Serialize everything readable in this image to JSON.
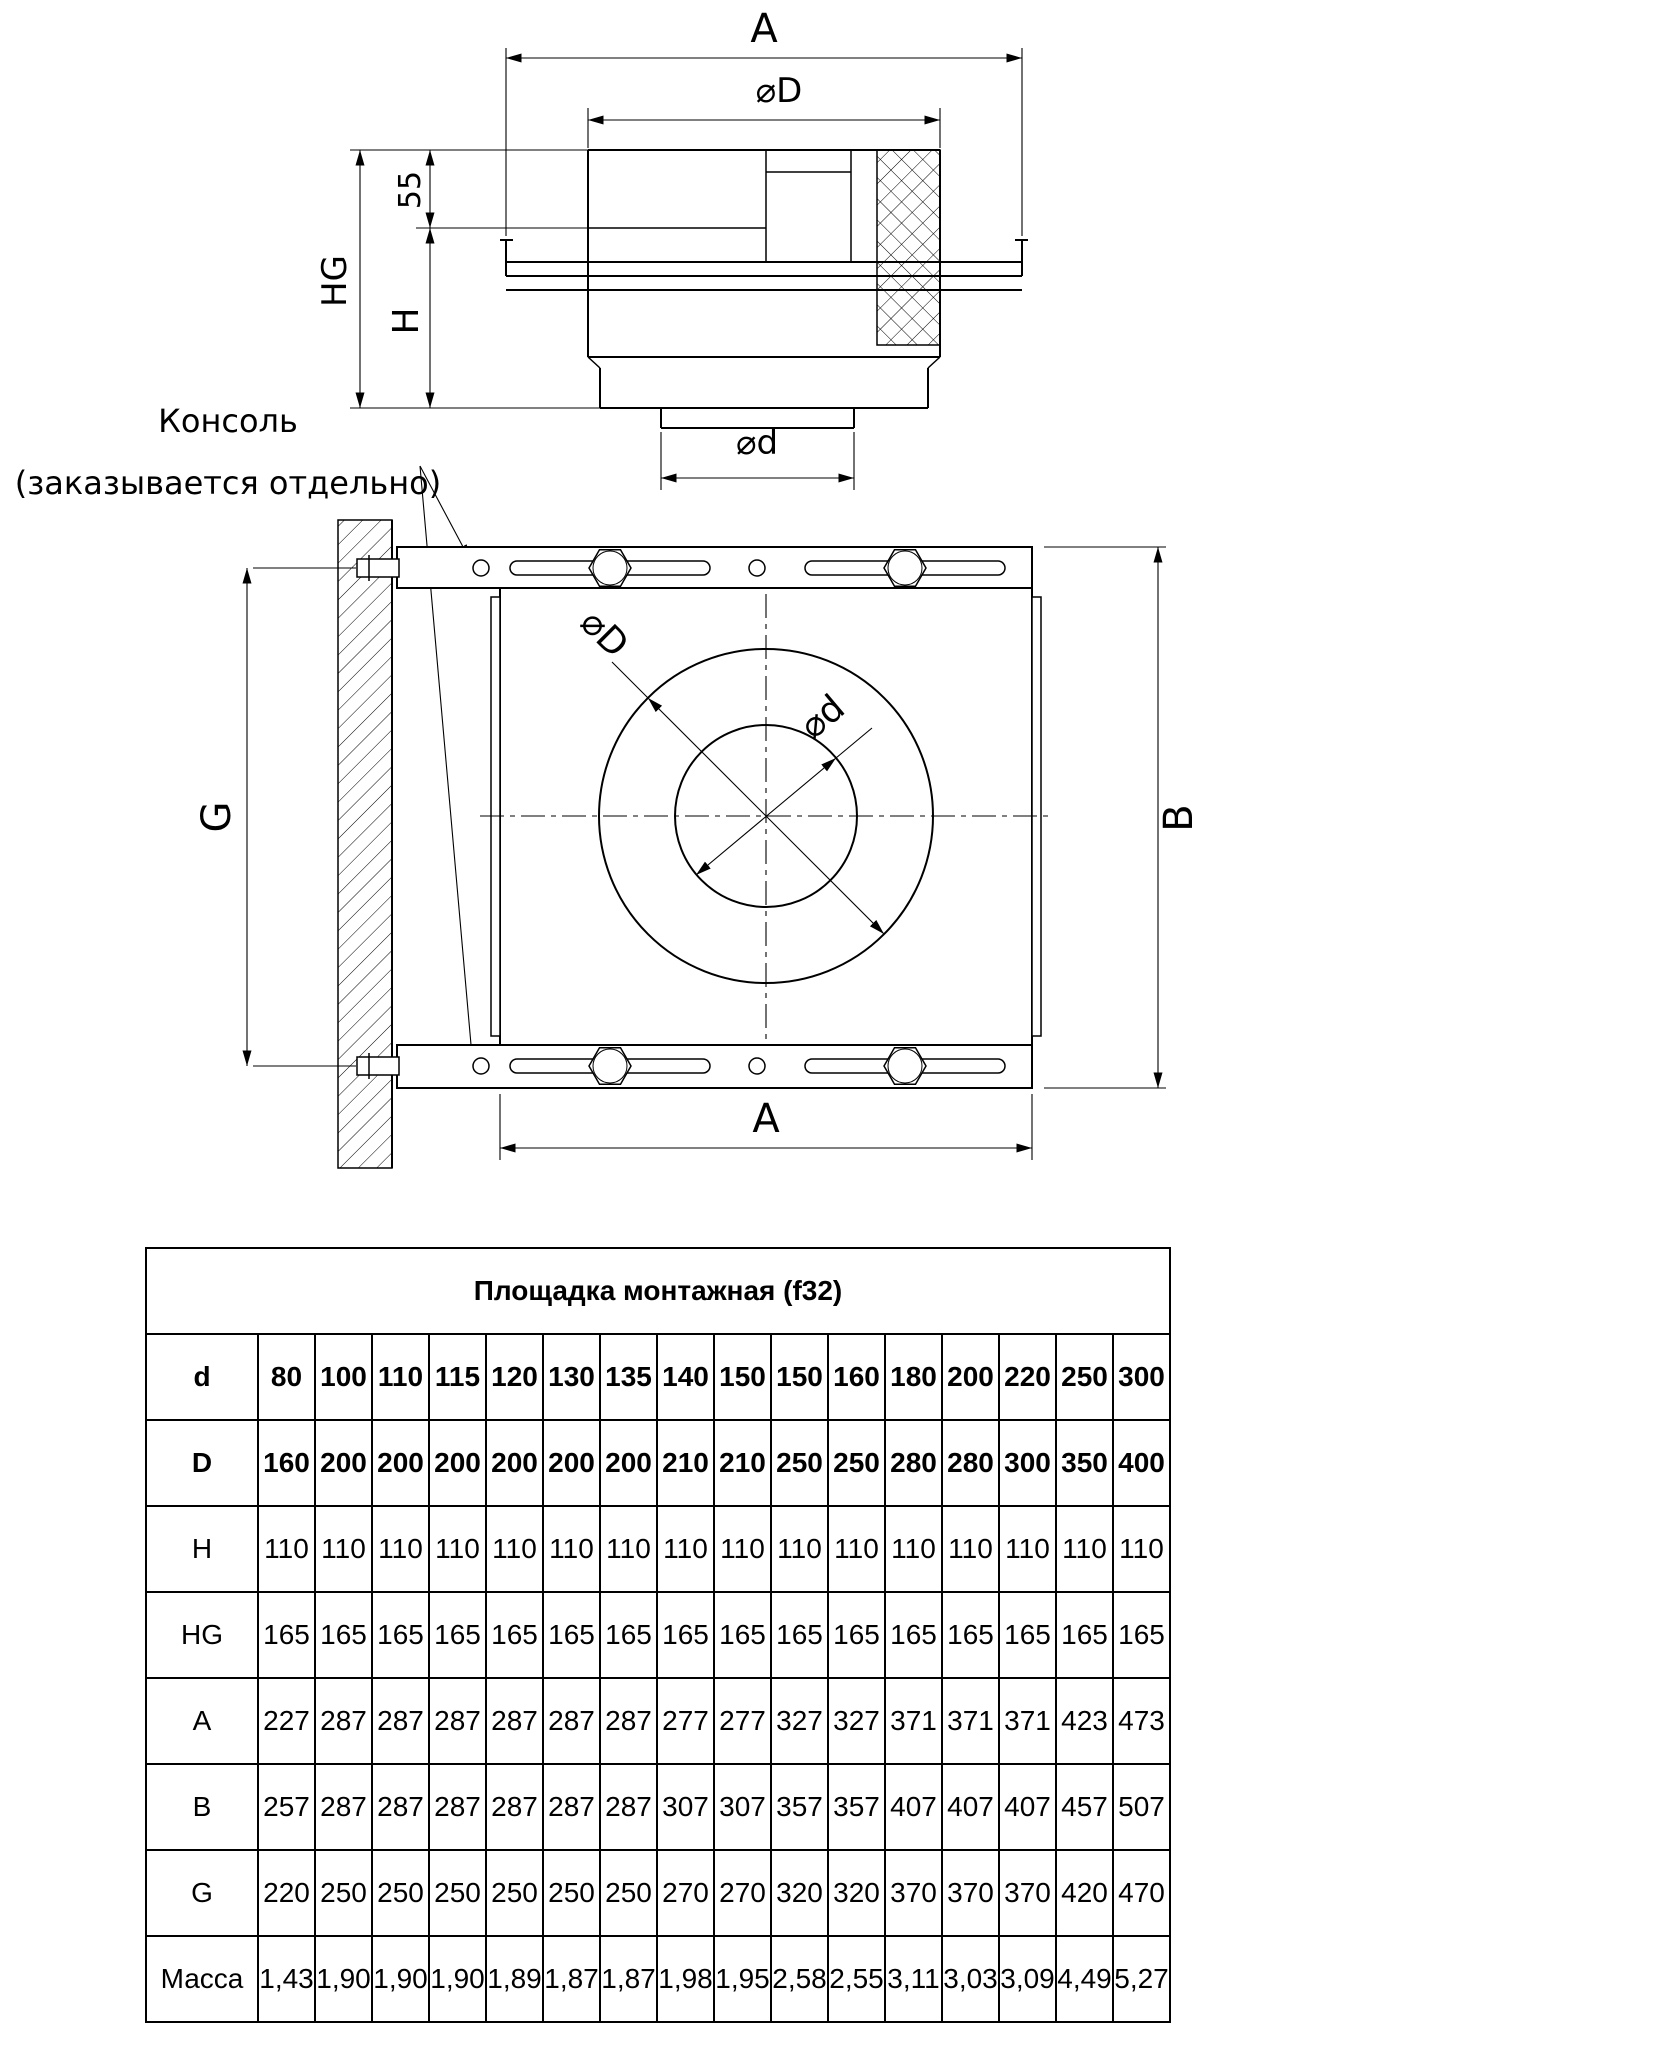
{
  "drawing": {
    "side_view": {
      "dim_a": "A",
      "dim_d_outer": "⌀D",
      "dim_55": "55",
      "dim_hg": "HG",
      "dim_h": "H",
      "dim_d_inner": "⌀d"
    },
    "callout_console": {
      "line1": "Консоль",
      "line2": "(заказывается отдельно)"
    },
    "front_view": {
      "dim_d_outer": "⌀D",
      "dim_d_inner": "⌀d",
      "dim_g": "G",
      "dim_b": "B",
      "dim_a": "A"
    }
  },
  "table": {
    "title": "Площадка монтажная (f32)",
    "rows": [
      {
        "label": "d",
        "bold": true,
        "values": [
          "80",
          "100",
          "110",
          "115",
          "120",
          "130",
          "135",
          "140",
          "150",
          "150",
          "160",
          "180",
          "200",
          "220",
          "250",
          "300"
        ]
      },
      {
        "label": "D",
        "bold": true,
        "values": [
          "160",
          "200",
          "200",
          "200",
          "200",
          "200",
          "200",
          "210",
          "210",
          "250",
          "250",
          "280",
          "280",
          "300",
          "350",
          "400"
        ]
      },
      {
        "label": "H",
        "bold": false,
        "values": [
          "110",
          "110",
          "110",
          "110",
          "110",
          "110",
          "110",
          "110",
          "110",
          "110",
          "110",
          "110",
          "110",
          "110",
          "110",
          "110"
        ]
      },
      {
        "label": "HG",
        "bold": false,
        "values": [
          "165",
          "165",
          "165",
          "165",
          "165",
          "165",
          "165",
          "165",
          "165",
          "165",
          "165",
          "165",
          "165",
          "165",
          "165",
          "165"
        ]
      },
      {
        "label": "A",
        "bold": false,
        "values": [
          "227",
          "287",
          "287",
          "287",
          "287",
          "287",
          "287",
          "277",
          "277",
          "327",
          "327",
          "371",
          "371",
          "371",
          "423",
          "473"
        ]
      },
      {
        "label": "B",
        "bold": false,
        "values": [
          "257",
          "287",
          "287",
          "287",
          "287",
          "287",
          "287",
          "307",
          "307",
          "357",
          "357",
          "407",
          "407",
          "407",
          "457",
          "507"
        ]
      },
      {
        "label": "G",
        "bold": false,
        "values": [
          "220",
          "250",
          "250",
          "250",
          "250",
          "250",
          "250",
          "270",
          "270",
          "320",
          "320",
          "370",
          "370",
          "370",
          "420",
          "470"
        ]
      },
      {
        "label": "Масса",
        "bold": false,
        "values": [
          "1,43",
          "1,90",
          "1,90",
          "1,90",
          "1,89",
          "1,87",
          "1,87",
          "1,98",
          "1,95",
          "2,58",
          "2,55",
          "3,11",
          "3,03",
          "3,09",
          "4,49",
          "5,27"
        ]
      }
    ]
  }
}
